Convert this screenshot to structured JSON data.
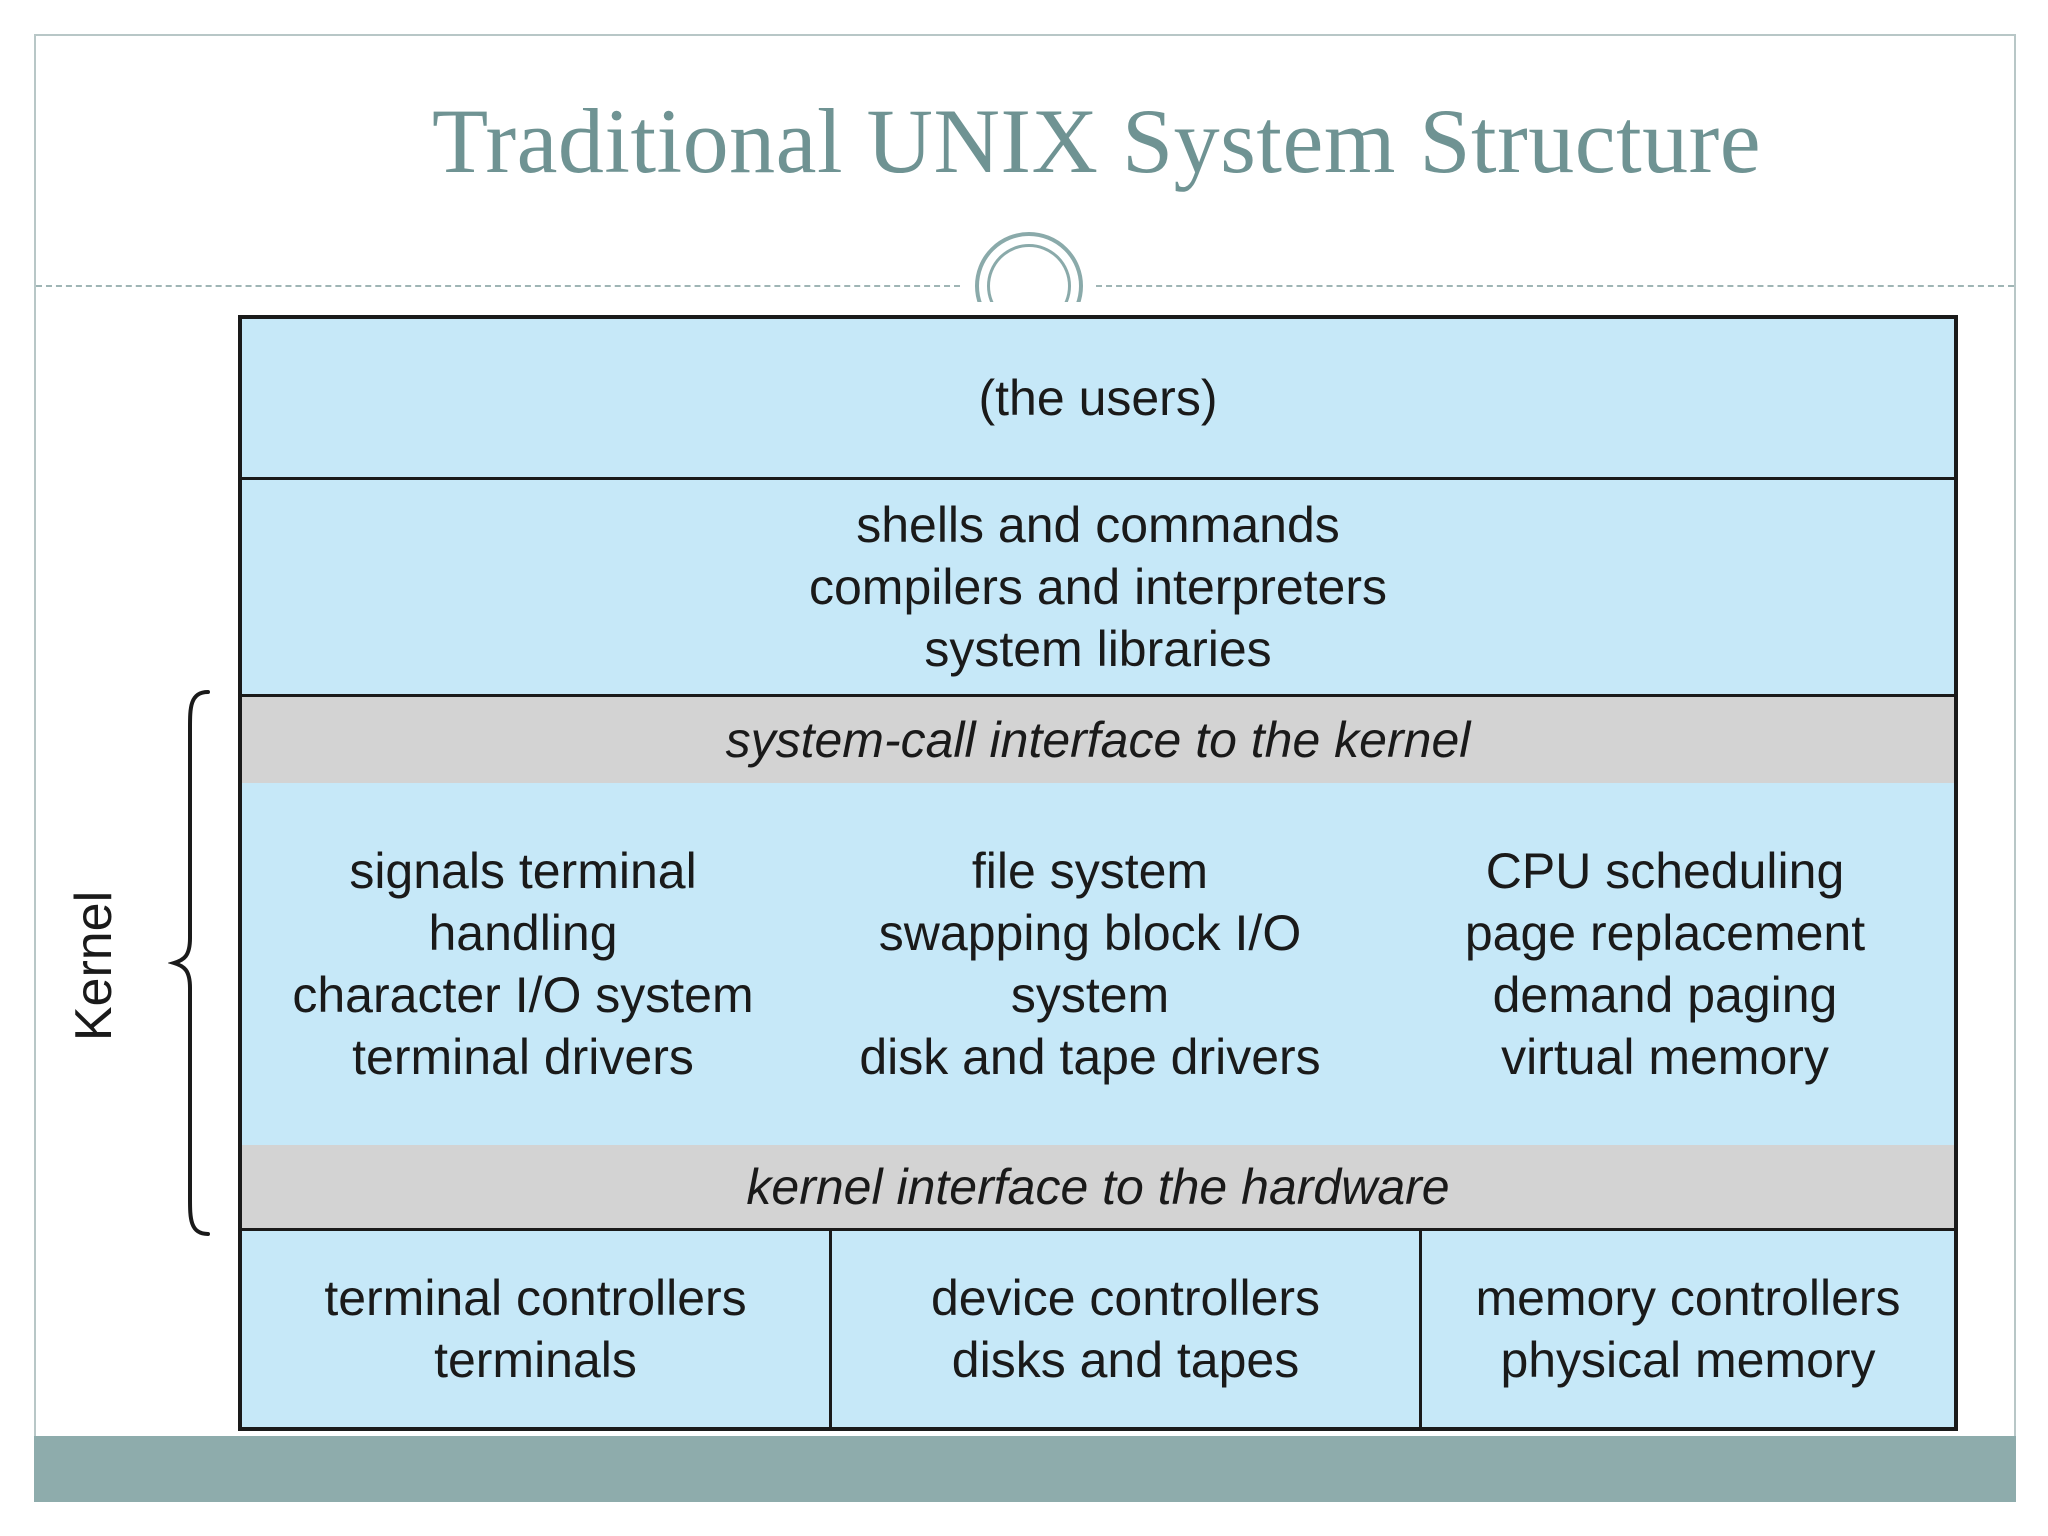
{
  "slide": {
    "title": "Traditional UNIX System Structure"
  },
  "diagram": {
    "side_label": "Kernel",
    "layers": {
      "users": "(the users)",
      "shells": [
        "shells and commands",
        "compilers and interpreters",
        "system libraries"
      ],
      "syscall_interface": "system-call interface to the kernel",
      "kernel_columns": [
        [
          "signals terminal",
          "handling",
          "character I/O system",
          "terminal drivers"
        ],
        [
          "file system",
          "swapping block I/O",
          "system",
          "disk and tape drivers"
        ],
        [
          "CPU scheduling",
          "page replacement",
          "demand paging",
          "virtual memory"
        ]
      ],
      "hardware_interface": "kernel interface to the hardware",
      "hardware_columns": [
        [
          "terminal controllers",
          "terminals"
        ],
        [
          "device controllers",
          "disks and tapes"
        ],
        [
          "memory controllers",
          "physical memory"
        ]
      ]
    },
    "colors": {
      "layer_fill": "#c6e8f8",
      "interface_fill": "#d3d3d3",
      "title_color": "#6f9393",
      "footer_bar": "#8eacac"
    }
  }
}
